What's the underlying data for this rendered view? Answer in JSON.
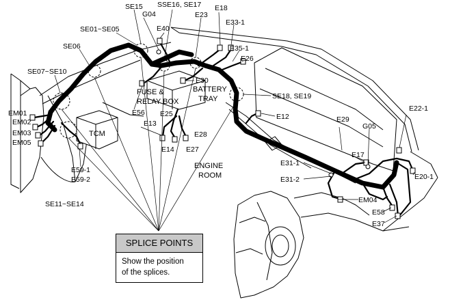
{
  "labels": {
    "se15": "SE15",
    "sse16_se17": "SSE16, SE17",
    "e23": "E23",
    "e18": "E18",
    "g04": "G04",
    "e40": "E40",
    "e33_1": "E33-1",
    "se01_se05": "SE01~SE05",
    "se06": "SE06",
    "e35_1": "E35-1",
    "e26": "E26",
    "se07_se10": "SE07~SE10",
    "fuse_box_1": "FUSE &",
    "fuse_box_2": "RELAY BOX",
    "e30": "E30",
    "battery_1": "BATTERY",
    "battery_2": "TRAY",
    "se18_se19": "SE18, SE19",
    "em01": "EM01",
    "em02": "EM02",
    "em03": "EM03",
    "em05": "EM05",
    "e56": "E56",
    "e25": "E25",
    "tcm": "TCM",
    "e13": "E13",
    "e12": "E12",
    "e28": "E28",
    "e29": "E29",
    "g05": "G05",
    "e22_1": "E22-1",
    "e14": "E14",
    "e27": "E27",
    "e17": "E17",
    "e31_1": "E31-1",
    "e59_1": "E59-1",
    "e59_2": "E59-2",
    "engine_room_1": "ENGINE",
    "engine_room_2": "ROOM",
    "e20_1": "E20-1",
    "e31_2": "E31-2",
    "em04": "EM04",
    "se11_se14": "SE11~SE14",
    "e58": "E58",
    "e37": "E37"
  },
  "legend": {
    "title": "SPLICE POINTS",
    "line1": "Show the position",
    "line2": "of the splices."
  }
}
